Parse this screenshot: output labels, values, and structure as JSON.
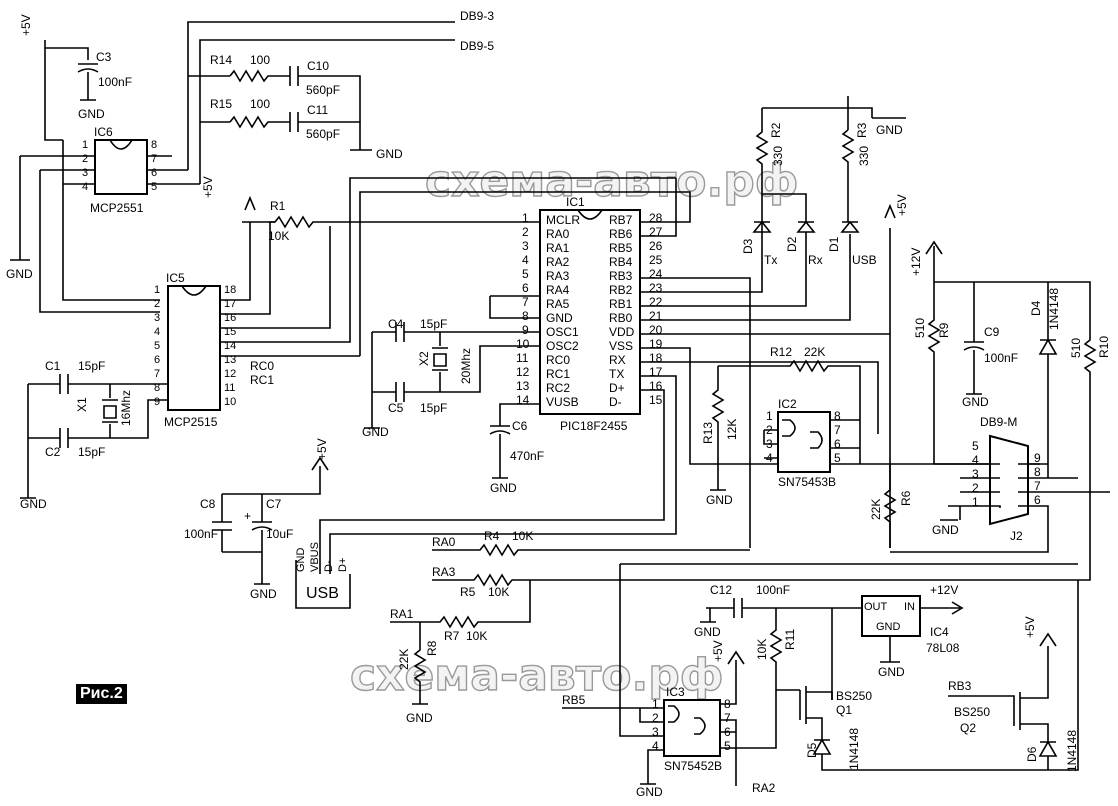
{
  "figure_label": "Рис.2",
  "watermark": "схема-авто.рф",
  "nets": {
    "db9_3": "DB9-3",
    "db9_5": "DB9-5",
    "gnd": "GND",
    "vcc5": "+5V",
    "vcc12": "+12V",
    "rc0": "RC0",
    "rc1": "RC1",
    "ra0": "RA0",
    "ra1": "RA1",
    "ra2": "RA2",
    "ra3": "RA3",
    "rb3": "RB3",
    "rb5": "RB5"
  },
  "ics": {
    "ic1": {
      "ref": "IC1",
      "part": "PIC18F2455",
      "left_pins": [
        "MCLR",
        "RA0",
        "RA1",
        "RA2",
        "RA3",
        "RA4",
        "RA5",
        "GND",
        "OSC1",
        "OSC2",
        "RC0",
        "RC1",
        "RC2",
        "VUSB"
      ],
      "left_nums": [
        "1",
        "2",
        "3",
        "4",
        "5",
        "6",
        "7",
        "8",
        "9",
        "10",
        "11",
        "12",
        "13",
        "14"
      ],
      "right_pins": [
        "RB7",
        "RB6",
        "RB5",
        "RB4",
        "RB3",
        "RB2",
        "RB1",
        "RB0",
        "VDD",
        "VSS",
        "RX",
        "TX",
        "D+",
        "D-"
      ],
      "right_nums": [
        "28",
        "27",
        "26",
        "25",
        "24",
        "23",
        "22",
        "21",
        "20",
        "19",
        "18",
        "17",
        "16",
        "15"
      ]
    },
    "ic2": {
      "ref": "IC2",
      "part": "SN75453B",
      "left_nums": [
        "1",
        "2",
        "3",
        "4"
      ],
      "right_nums": [
        "8",
        "7",
        "6",
        "5"
      ]
    },
    "ic3": {
      "ref": "IC3",
      "part": "SN75452B",
      "left_nums": [
        "1",
        "2",
        "3",
        "4"
      ],
      "right_nums": [
        "8",
        "7",
        "6",
        "5"
      ]
    },
    "ic4": {
      "ref": "IC4",
      "part": "78L08",
      "out": "OUT",
      "in": "IN",
      "gnd": "GND"
    },
    "ic5": {
      "ref": "IC5",
      "part": "MCP2515",
      "left_nums": [
        "1",
        "2",
        "3",
        "4",
        "5",
        "6",
        "7",
        "8",
        "9"
      ],
      "right_nums": [
        "18",
        "17",
        "16",
        "15",
        "14",
        "13",
        "12",
        "11",
        "10"
      ]
    },
    "ic6": {
      "ref": "IC6",
      "part": "MCP2551",
      "left_nums": [
        "1",
        "2",
        "3",
        "4"
      ],
      "right_nums": [
        "8",
        "7",
        "6",
        "5"
      ]
    }
  },
  "resistors": {
    "r1": {
      "ref": "R1",
      "value": "10K"
    },
    "r2": {
      "ref": "R2",
      "value": "330"
    },
    "r3": {
      "ref": "R3",
      "value": "330"
    },
    "r4": {
      "ref": "R4",
      "value": "10K"
    },
    "r5": {
      "ref": "R5",
      "value": "10K"
    },
    "r6": {
      "ref": "R6",
      "value": "22K"
    },
    "r7": {
      "ref": "R7",
      "value": "10K"
    },
    "r8": {
      "ref": "R8",
      "value": "22K"
    },
    "r9": {
      "ref": "R9",
      "value": "510"
    },
    "r10": {
      "ref": "R10",
      "value": "510"
    },
    "r11": {
      "ref": "R11",
      "value": "10K"
    },
    "r12": {
      "ref": "R12",
      "value": "22K"
    },
    "r13": {
      "ref": "R13",
      "value": "12K"
    },
    "r14": {
      "ref": "R14",
      "value": "100"
    },
    "r15": {
      "ref": "R15",
      "value": "100"
    }
  },
  "capacitors": {
    "c1": {
      "ref": "C1",
      "value": "15pF"
    },
    "c2": {
      "ref": "C2",
      "value": "15pF"
    },
    "c3": {
      "ref": "C3",
      "value": "100nF"
    },
    "c4": {
      "ref": "C4",
      "value": "15pF"
    },
    "c5": {
      "ref": "C5",
      "value": "15pF"
    },
    "c6": {
      "ref": "C6",
      "value": "470nF"
    },
    "c7": {
      "ref": "C7",
      "value": "10uF"
    },
    "c8": {
      "ref": "C8",
      "value": "100nF"
    },
    "c9": {
      "ref": "C9",
      "value": "100nF"
    },
    "c10": {
      "ref": "C10",
      "value": "560pF"
    },
    "c11": {
      "ref": "C11",
      "value": "560pF"
    },
    "c12": {
      "ref": "C12",
      "value": "100nF"
    }
  },
  "crystals": {
    "x1": {
      "ref": "X1",
      "value": "16Mhz"
    },
    "x2": {
      "ref": "X2",
      "value": "20Mhz"
    }
  },
  "diodes": {
    "d1": {
      "ref": "D1",
      "label": "USB"
    },
    "d2": {
      "ref": "D2",
      "label": "Rx"
    },
    "d3": {
      "ref": "D3",
      "label": "Tx"
    },
    "d4": {
      "ref": "D4",
      "value": "1N4148"
    },
    "d5": {
      "ref": "D5",
      "value": "1N4148"
    },
    "d6": {
      "ref": "D6",
      "value": "1N4148"
    }
  },
  "transistors": {
    "q1": {
      "ref": "Q1",
      "part": "BS250"
    },
    "q2": {
      "ref": "Q2",
      "part": "BS250"
    }
  },
  "connectors": {
    "usb": {
      "ref": "USB",
      "pins": [
        "GND",
        "VBUS",
        "D-",
        "D+"
      ]
    },
    "j2": {
      "ref": "J2",
      "part": "DB9-M",
      "left_nums": [
        "5",
        "4",
        "3",
        "2",
        "1"
      ],
      "right_nums": [
        "9",
        "8",
        "7",
        "6"
      ]
    }
  }
}
